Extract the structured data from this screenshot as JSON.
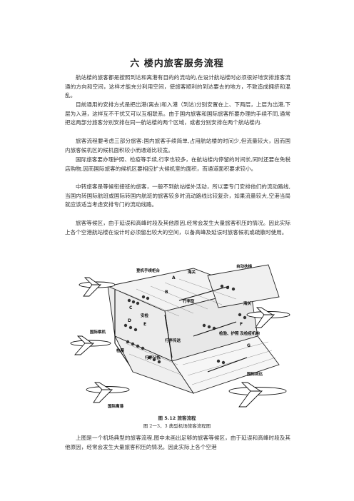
{
  "document": {
    "title": "六  楼内旅客服务流程",
    "paragraphs": [
      "航站楼的旅客都是按照到达和离港有目的的流动的,在设计航站楼时必须很好地安排旅客流通的方向和空间，这样才能充分利用空间，使旅客顺利的到达要去的地方，不致造成拥挤和混乱。",
      "目前通用的安排方式是把出港(离去)和入港（到达)分别安置在上、下两层，上层为出港,下层为入港，这样互不干扰又可以互相联系。由于国内旅客和国际旅客所要办理的手续不同,通常把这两部分旅客分别安排在同一航站楼的两个区域，或者分别安排在两个航站楼内.",
      "旅客流程要考虑三部分旅客:国内旅客手续简单,占用航站楼的时间少,但流量较大，因而国内旅客候机区的候机面积较小而通道比较宽。",
      "国际旅客要办理护照、检疫等手续,行李也较多，在航站楼内停留的时间长,同时还要在免税店购物,因而国际旅客的候机区要相应扩大候机室的面积，而通道面积要求较小。",
      "中转旅客是等候衔接班的旅客，一般不到航站楼外活动，所以要专门安排他们的流动路线,当国内转国际航班或国际转国内航班的旅客较多时流动路线比较复杂，如果流量较大,空港当局就应该适当考虑安排专门的流动线路。",
      "旅客等候区，由于延误和高峰时段及其他原因,经常会发生大量旅客积压的情况。因此实际上各个空港航站楼在设计时必须留出较大的空间，以备高峰及延误时旅客候机或疏散时使用。"
    ],
    "figure": {
      "labels": {
        "domestic_checkin": "登机手续柜台",
        "customs_top": "海关",
        "auto_carousel": "自动扶梯",
        "customs": "海关",
        "baggage_claim": "行李取",
        "checkin": "安检",
        "intl_checkin": "国际乘机",
        "quarantine": "检验、护照\n及检疫机构",
        "waiting": "行李传送",
        "bag_sort": "行李分拣",
        "checkin2": "检票",
        "intl_departure": "国际离港",
        "dom_arrival": "国际到达"
      },
      "letters": [
        "A",
        "B",
        "C",
        "D",
        "E",
        "F",
        "G"
      ],
      "caption_main": "图 5.12   旅客流程",
      "caption_sub": "图 2一3，3  典型机场旅客流程图"
    },
    "closing_paragraph": "上图是一个机场典型的旅客流程,图中未画出足够的旅客等候区，由于延误和高峰时段及其他原因，经常会发生大量旅客积压的情况。因此实际上各个空港"
  }
}
